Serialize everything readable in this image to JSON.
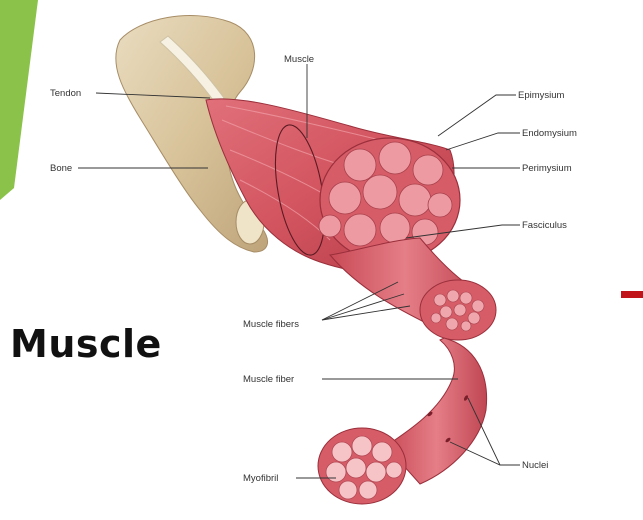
{
  "slide": {
    "title": "Muscle",
    "accent_color": "#8bc34a",
    "arrow_color": "#c0141a"
  },
  "diagram": {
    "labels": {
      "tendon": "Tendon",
      "bone": "Bone",
      "muscle": "Muscle",
      "epimysium": "Epimysium",
      "endomysium": "Endomysium",
      "perimysium": "Perimysium",
      "fasciculus": "Fasciculus",
      "muscle_fibers": "Muscle fibers",
      "muscle_fiber": "Muscle fiber",
      "myofibril": "Myofibril",
      "nuclei": "Nuclei"
    }
  }
}
